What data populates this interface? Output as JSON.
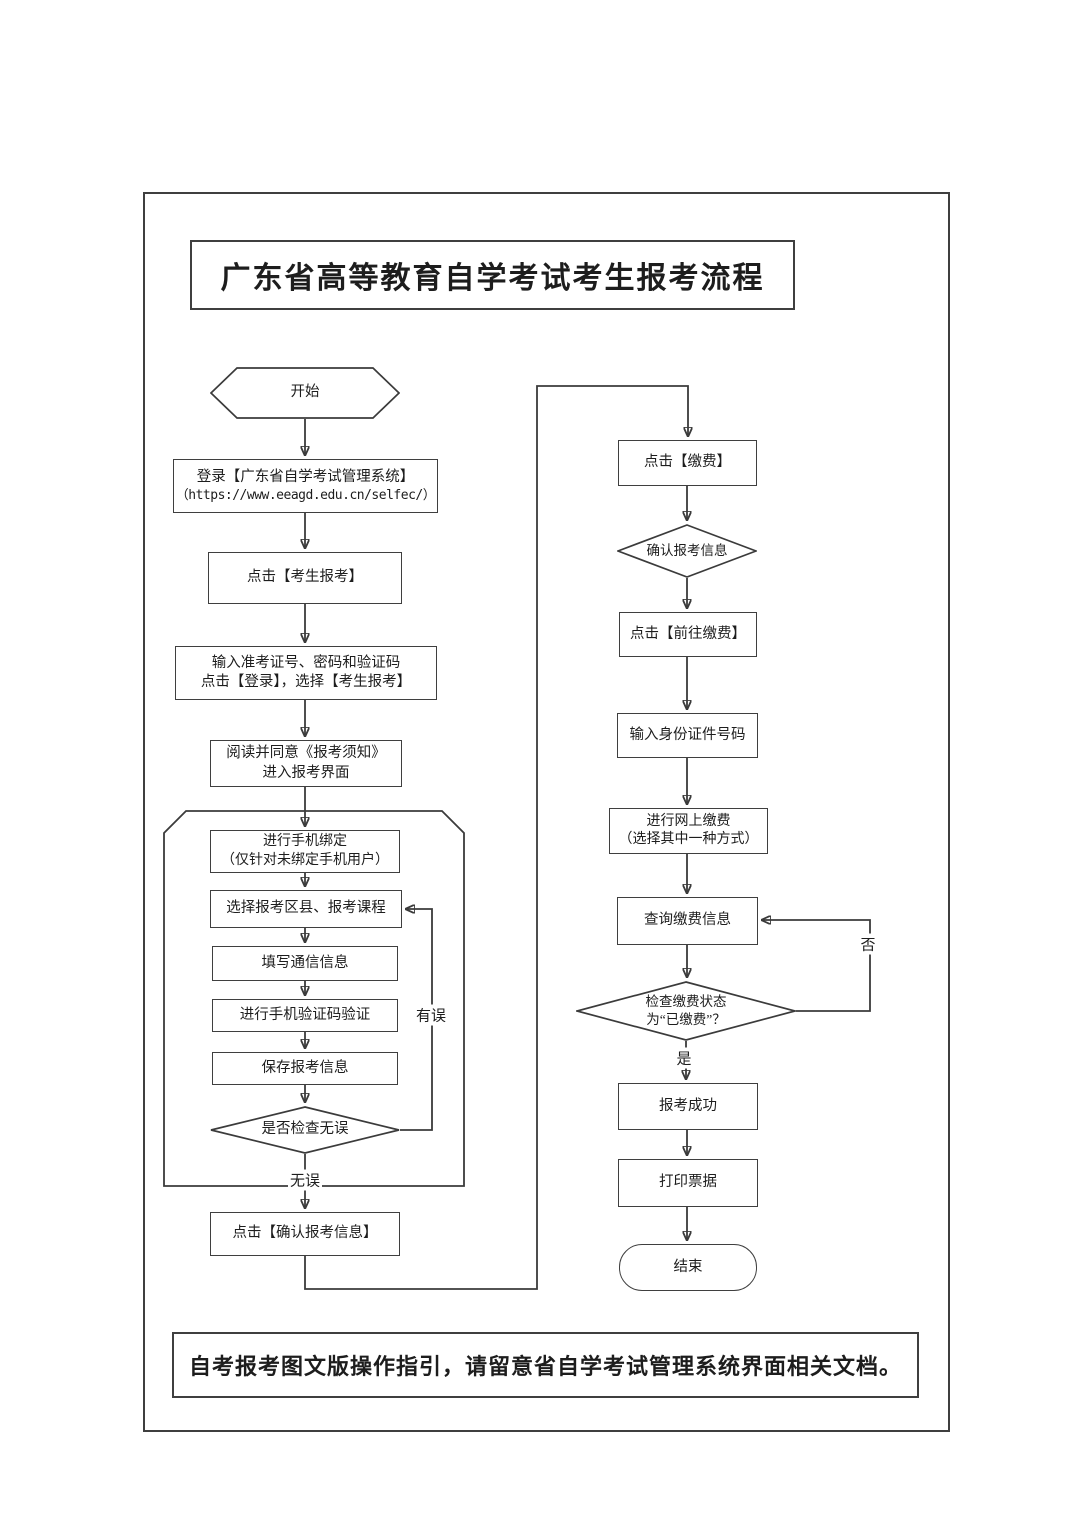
{
  "title": "广东省高等教育自学考试考生报考流程",
  "footer_note": "自考报考图文版操作指引，请留意省自学考试管理系统界面相关文档。",
  "colors": {
    "line": "#3b3b3b",
    "background": "#ffffff"
  },
  "edge_labels": {
    "has_error": "有误",
    "no_error": "无误",
    "no": "否",
    "yes": "是"
  },
  "nodes": {
    "start": {
      "label": "开始"
    },
    "login": {
      "line1": "登录【广东省自学考试管理系统】",
      "line2": "（https://www.eeagd.edu.cn/selfec/）"
    },
    "click_candidate_register": {
      "label": "点击【考生报考】"
    },
    "enter_credentials": {
      "line1": "输入准考证号、密码和验证码",
      "line2": "点击【登录】，选择【考生报考】"
    },
    "read_notice": {
      "line1": "阅读并同意《报考须知》",
      "line2": "进入报考界面"
    },
    "bind_phone": {
      "line1": "进行手机绑定",
      "line2": "（仅针对未绑定手机用户）"
    },
    "select_district_courses": {
      "label": "选择报考区县、报考课程"
    },
    "fill_contact_info": {
      "label": "填写通信信息"
    },
    "verify_sms_code": {
      "label": "进行手机验证码验证"
    },
    "save_registration": {
      "label": "保存报考信息"
    },
    "check_no_error": {
      "label": "是否检查无误"
    },
    "confirm_registration": {
      "label": "点击【确认报考信息】"
    },
    "click_pay": {
      "label": "点击【缴费】"
    },
    "confirm_reg_info": {
      "label": "确认报考信息"
    },
    "click_go_pay": {
      "label": "点击【前往缴费】"
    },
    "enter_id_number": {
      "label": "输入身份证件号码"
    },
    "online_payment": {
      "line1": "进行网上缴费",
      "line2": "（选择其中一种方式）"
    },
    "query_payment": {
      "label": "查询缴费信息"
    },
    "check_paid_status": {
      "line1": "检查缴费状态",
      "line2": "为“已缴费”？"
    },
    "register_success": {
      "label": "报考成功"
    },
    "print_receipt": {
      "label": "打印票据"
    },
    "end": {
      "label": "结束"
    }
  }
}
